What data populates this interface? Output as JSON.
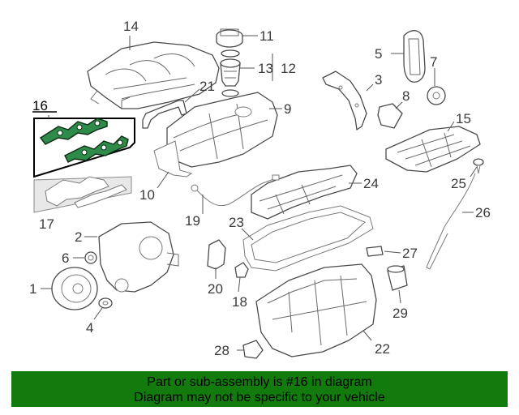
{
  "diagram": {
    "callouts": [
      "1",
      "2",
      "3",
      "4",
      "5",
      "6",
      "7",
      "8",
      "9",
      "10",
      "11",
      "12",
      "13",
      "14",
      "15",
      "16",
      "17",
      "18",
      "19",
      "20",
      "21",
      "22",
      "23",
      "24",
      "25",
      "26",
      "27",
      "28",
      "29"
    ],
    "highlighted_part": "16",
    "highlight_color": "#2f8b4a"
  },
  "banner": {
    "line1": "Part or sub-assembly is #16 in diagram",
    "line2": "Diagram may not be specific to your vehicle",
    "color": "#137a0e"
  }
}
